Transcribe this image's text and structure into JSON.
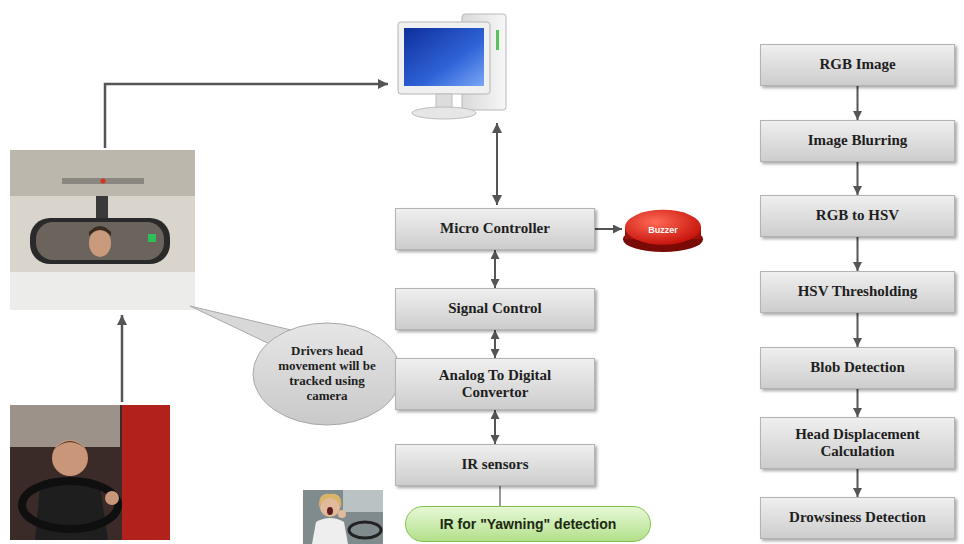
{
  "diagram": {
    "nodes": [
      {
        "text": [
          "Drivers head movement will be tracked using camera"
        ]
      },
      {
        "text": [
          "Micro Controller"
        ]
      },
      {
        "text": [
          "Buzzer"
        ]
      },
      {
        "text": [
          "Signal Control"
        ]
      },
      {
        "text": [
          "Analog To Digital Convertor"
        ]
      },
      {
        "text": [
          "IR sensors"
        ]
      },
      {
        "text": [
          "IR for \"Yawning\" detection"
        ]
      },
      {
        "text": [
          "RGB  Image"
        ]
      },
      {
        "text": [
          "Image Blurring"
        ]
      },
      {
        "text": [
          "RGB to HSV"
        ]
      },
      {
        "text": [
          "HSV Thresholding"
        ]
      },
      {
        "text": [
          "Blob Detection"
        ]
      },
      {
        "text": [
          "Head Displacement Calculation"
        ]
      },
      {
        "text": [
          "Drowsiness Detection"
        ]
      }
    ],
    "edges": [
      {
        "from": 1,
        "to": 2,
        "arrow": "to"
      },
      {
        "from": 1,
        "to": 3,
        "arrow": "both"
      },
      {
        "from": 3,
        "to": 4,
        "arrow": "both"
      },
      {
        "from": 4,
        "to": 5,
        "arrow": "both"
      },
      {
        "from": 6,
        "to": 5,
        "arrow": "none"
      },
      {
        "from": 7,
        "to": 8,
        "arrow": "to"
      },
      {
        "from": 8,
        "to": 9,
        "arrow": "to"
      },
      {
        "from": 9,
        "to": 10,
        "arrow": "to"
      },
      {
        "from": 10,
        "to": 11,
        "arrow": "to"
      },
      {
        "from": 11,
        "to": 12,
        "arrow": "to"
      },
      {
        "from": 12,
        "to": 13,
        "arrow": "to"
      }
    ]
  }
}
